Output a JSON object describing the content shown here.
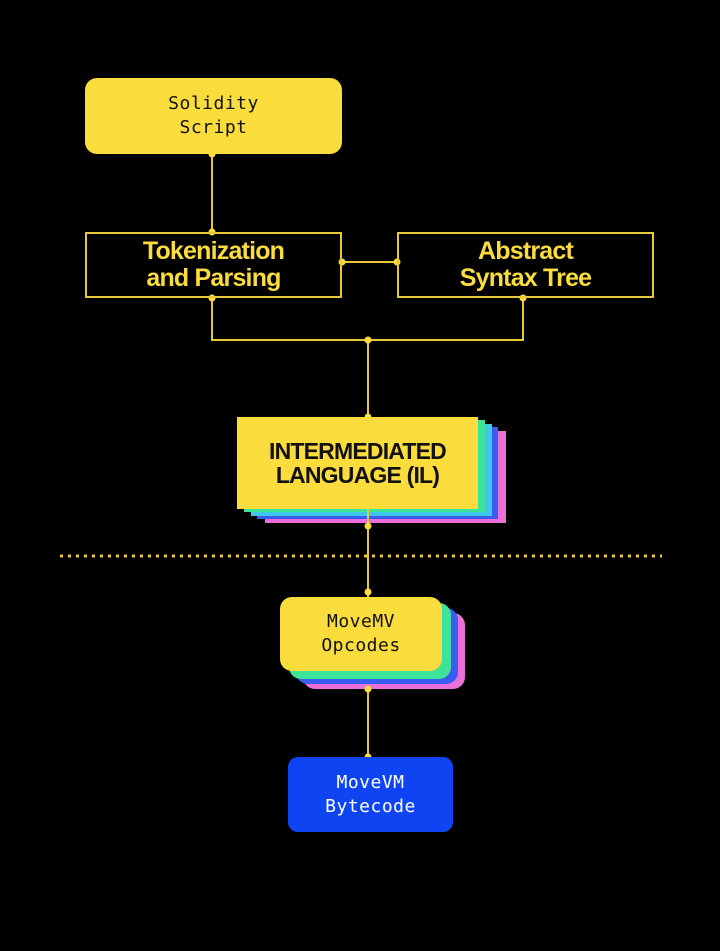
{
  "colors": {
    "background": "#000000",
    "yellow": "#fadc3c",
    "line": "#e6c838",
    "green": "#3ee39a",
    "cyan": "#40c8e8",
    "blue": "#3a5cf0",
    "pink": "#ea6fd8",
    "bytecode_blue": "#0f44f2"
  },
  "nodes": {
    "solidity": {
      "line1": "Solidity",
      "line2": "Script"
    },
    "tokenization": {
      "line1": "Tokenization",
      "line2": "and Parsing"
    },
    "ast": {
      "line1": "Abstract",
      "line2": "Syntax Tree"
    },
    "il": {
      "line1": "INTERMEDIATED",
      "line2": "LANGUAGE (IL)"
    },
    "movemv": {
      "line1": "MoveMV",
      "line2": "Opcodes"
    },
    "bytecode": {
      "line1": "MoveVM",
      "line2": "Bytecode"
    }
  },
  "edges": [
    {
      "from": "solidity",
      "to": "tokenization"
    },
    {
      "from": "tokenization",
      "to": "ast"
    },
    {
      "from": "tokenization",
      "to": "il"
    },
    {
      "from": "ast",
      "to": "il"
    },
    {
      "from": "il",
      "to": "movemv"
    },
    {
      "from": "movemv",
      "to": "bytecode"
    }
  ]
}
